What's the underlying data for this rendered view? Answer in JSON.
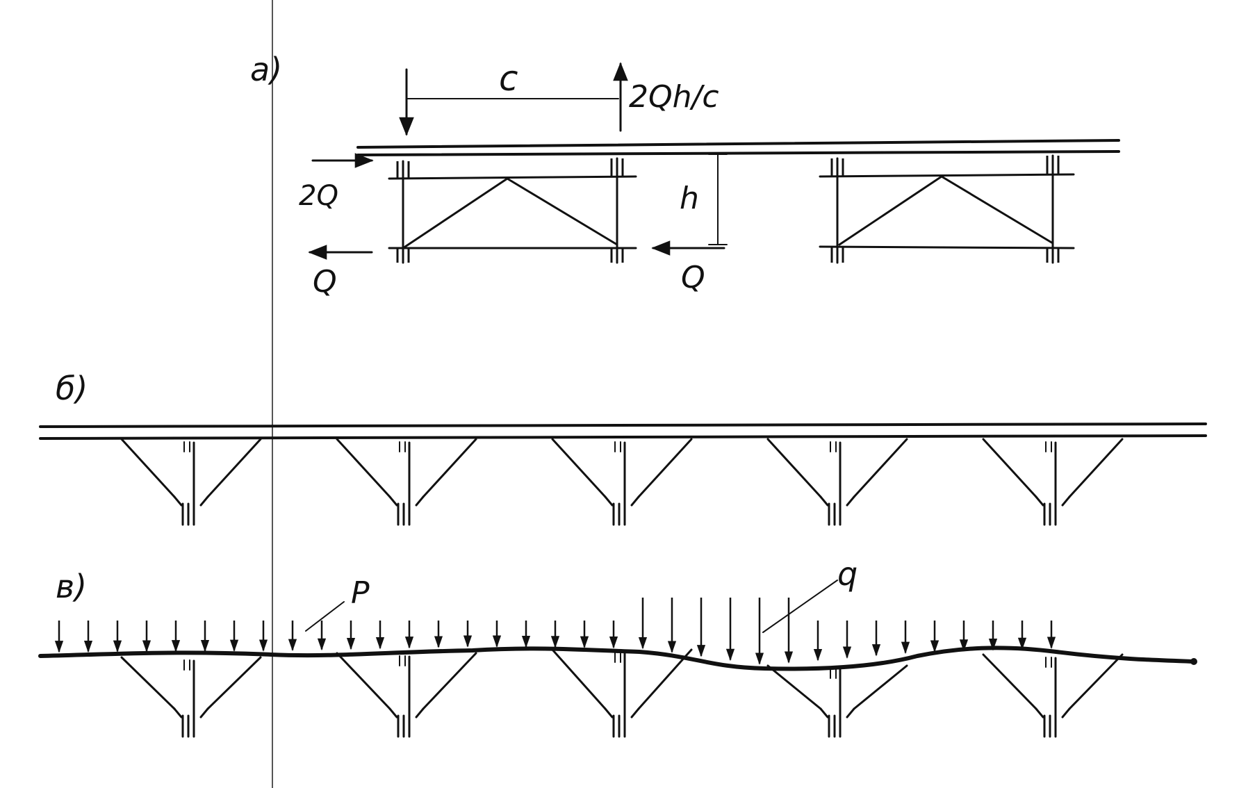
{
  "panels": {
    "a": {
      "label": "а)",
      "span_label": "c",
      "moment_label": "2Qh/c",
      "height_label": "h",
      "force_2q": "2Q",
      "force_q_left": "Q",
      "force_q_right": "Q"
    },
    "b": {
      "label": "б)"
    },
    "c": {
      "label": "в)",
      "load_p": "P",
      "load_q": "q"
    }
  },
  "colors": {
    "ink": "#111111",
    "paper": "#ffffff"
  }
}
